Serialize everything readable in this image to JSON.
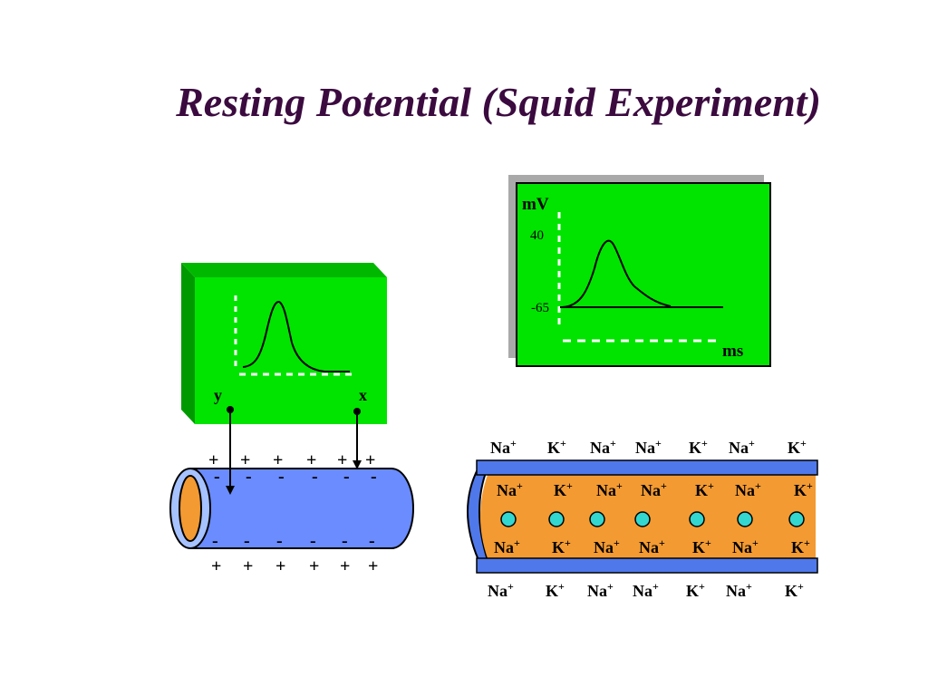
{
  "title": "Resting Potential (Squid Experiment)",
  "colors": {
    "title": "#3b0a3f",
    "screen_green": "#00e400",
    "axon_blue": "#6a8cff",
    "axon_orange": "#f39a32",
    "channel_cyan": "#34d6d0",
    "membrane_blue": "#4f78ea"
  },
  "oscilloscope": {
    "y_unit": "mV",
    "x_unit": "ms",
    "ticks": {
      "top": "40",
      "bottom": "-65"
    }
  },
  "probe_box": {
    "left_electrode": "y",
    "right_electrode": "x"
  },
  "axon": {
    "top_charges": [
      "+",
      "+",
      "+",
      "+",
      "+",
      "+"
    ],
    "top_inner_charges": [
      "-",
      "-",
      "-",
      "-",
      "-",
      "-"
    ],
    "bottom_inner_charges": [
      "-",
      "-",
      "-",
      "-",
      "-",
      "-"
    ],
    "bottom_charges": [
      "+",
      "+",
      "+",
      "+",
      "+",
      "+"
    ]
  },
  "ions": {
    "outside_top": [
      "Na",
      "K",
      "Na",
      "Na",
      "K",
      "Na",
      "K"
    ],
    "inside_top": [
      "Na",
      "K",
      "Na",
      "Na",
      "K",
      "Na",
      "K"
    ],
    "inside_bottom": [
      "Na",
      "K",
      "Na",
      "Na",
      "K",
      "Na",
      "K"
    ],
    "outside_bottom": [
      "Na",
      "K",
      "Na",
      "Na",
      "K",
      "Na",
      "K"
    ],
    "charge_sign": "+"
  }
}
